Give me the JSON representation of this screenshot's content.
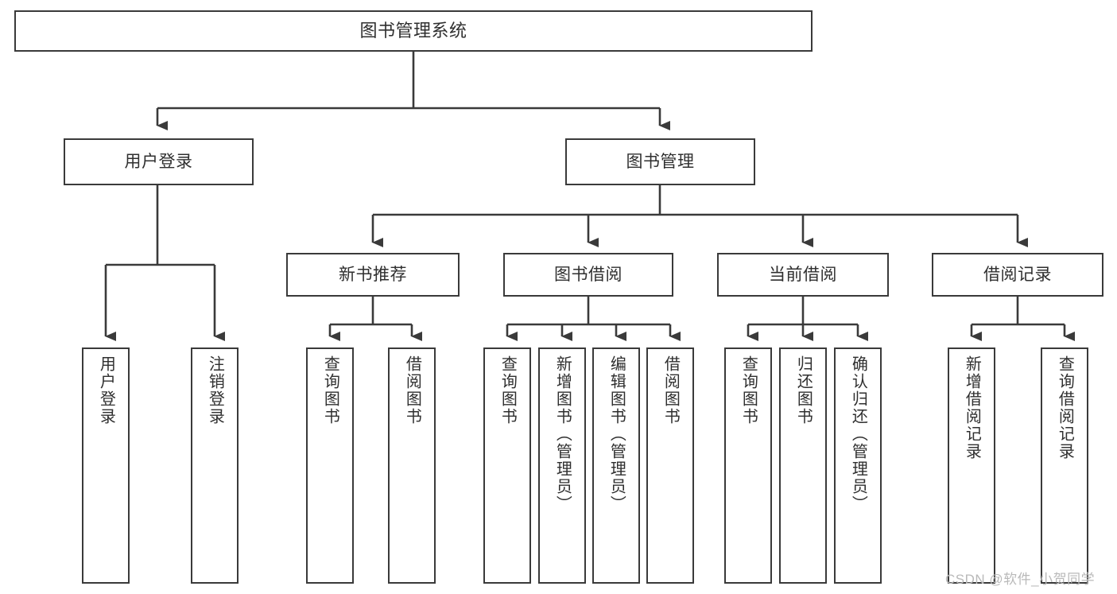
{
  "diagram": {
    "title": "图书管理系统",
    "watermark": "CSDN @软件_小贺同学",
    "colors": {
      "box_border": "#3a3a3a",
      "box_fill": "#ffffff",
      "text": "#2f2f2f",
      "wire": "#3a3a3a",
      "watermark": "#b9b9b9",
      "background": "#ffffff"
    },
    "root": {
      "label": "图书管理系统"
    },
    "level2": [
      {
        "label": "用户登录"
      },
      {
        "label": "图书管理"
      }
    ],
    "level3": [
      {
        "label": "新书推荐"
      },
      {
        "label": "图书借阅"
      },
      {
        "label": "当前借阅"
      },
      {
        "label": "借阅记录"
      }
    ],
    "leaves": {
      "user_login": [
        {
          "label": "用户登录"
        },
        {
          "label": "注销登录"
        }
      ],
      "new_book_recommend": [
        {
          "label": "查询图书"
        },
        {
          "label": "借阅图书"
        }
      ],
      "book_borrow": [
        {
          "label": "查询图书"
        },
        {
          "label": "新增图书（管理员）"
        },
        {
          "label": "编辑图书（管理员）"
        },
        {
          "label": "借阅图书"
        }
      ],
      "current_borrow": [
        {
          "label": "查询图书"
        },
        {
          "label": "归还图书"
        },
        {
          "label": "确认归还（管理员）"
        }
      ],
      "borrow_record": [
        {
          "label": "新增借阅记录"
        },
        {
          "label": "查询借阅记录"
        }
      ]
    }
  }
}
